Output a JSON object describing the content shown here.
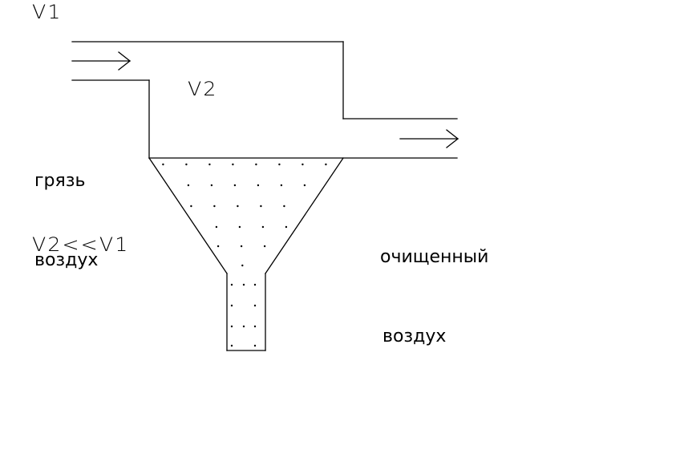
{
  "labels": {
    "v1": "V1",
    "v2": "V2",
    "relation": "V2<<V1",
    "input_line1": "грязь",
    "input_line2": "воздух",
    "output_line1": "очищенный",
    "output_line2": "воздух"
  },
  "colors": {
    "line": "#000000",
    "background": "#ffffff"
  }
}
